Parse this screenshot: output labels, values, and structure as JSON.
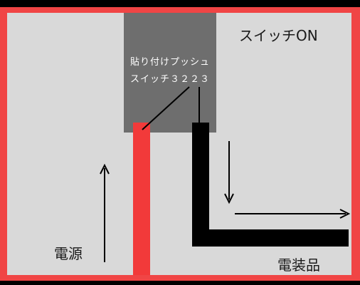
{
  "diagram": {
    "switch_state": "スイッチON",
    "switch_name_line1": "貼り付けプッシュ",
    "switch_name_line2": "スイッチ３２２３",
    "power_source": "電源",
    "device": "電装品"
  },
  "colors": {
    "frame": "#f04545",
    "background": "#d9d9d9",
    "switch_body": "#6e6e6e",
    "power_wire": "#f23a3a",
    "ground_wire": "#000000",
    "text": "#1a1a1a",
    "switch_text": "#ffffff"
  }
}
